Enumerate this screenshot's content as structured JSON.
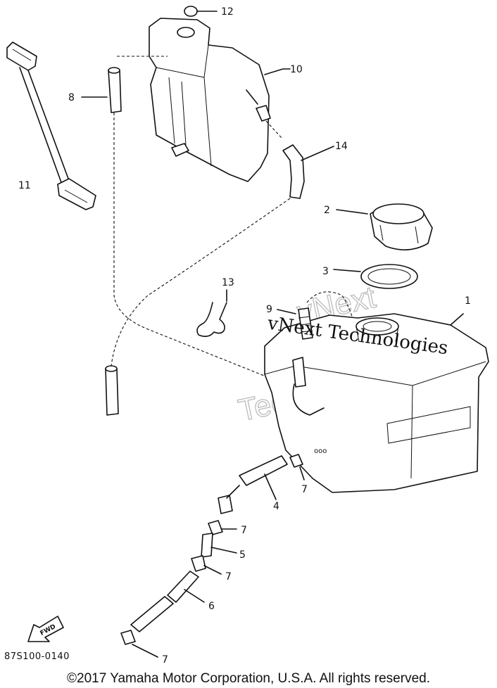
{
  "callouts": {
    "c1": "1",
    "c2": "2",
    "c3": "3",
    "c4": "4",
    "c5": "5",
    "c6": "6",
    "c7a": "7",
    "c7b": "7",
    "c7c": "7",
    "c7d": "7",
    "c8": "8",
    "c9": "9",
    "c10": "10",
    "c11": "11",
    "c12": "12",
    "c13": "13",
    "c14": "14"
  },
  "watermark": {
    "line1": "vNext Technologies",
    "outline_top": "vNext",
    "outline_bottom": "Technologies"
  },
  "fwd_label": "FWD",
  "part_code": "87S100-0140",
  "copyright": "©2017 Yamaha Motor Corporation, U.S.A. All rights reserved."
}
